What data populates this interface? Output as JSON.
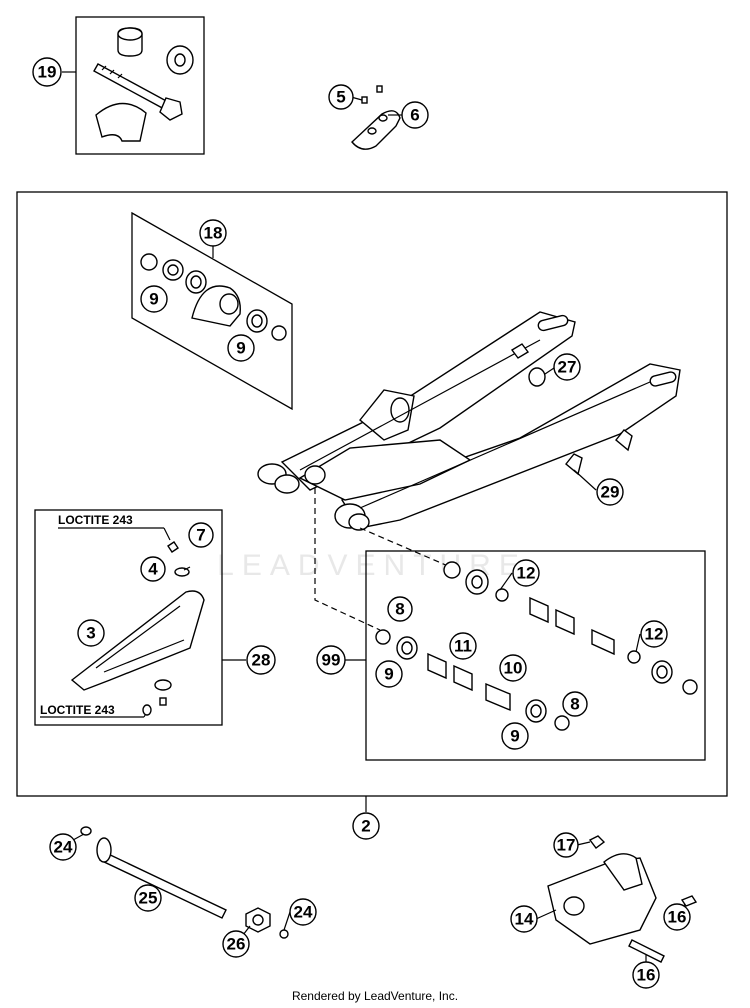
{
  "diagram": {
    "callouts": {
      "c19": "19",
      "c5": "5",
      "c6": "6",
      "c18": "18",
      "c9a": "9",
      "c9b": "9",
      "c27": "27",
      "c29": "29",
      "c7": "7",
      "c4": "4",
      "c3": "3",
      "c28": "28",
      "c12a": "12",
      "c8a": "8",
      "c11": "11",
      "c99": "99",
      "c9c": "9",
      "c10": "10",
      "c12b": "12",
      "c8b": "8",
      "c9d": "9",
      "c2": "2",
      "c24a": "24",
      "c25": "25",
      "c24b": "24",
      "c26": "26",
      "c17": "17",
      "c14": "14",
      "c16a": "16",
      "c16b": "16"
    },
    "loctite_top": "LOCTITE 243",
    "loctite_bottom": "LOCTITE 243",
    "watermark": "LEADVENTURE",
    "footer": "Rendered by LeadVenture, Inc."
  }
}
